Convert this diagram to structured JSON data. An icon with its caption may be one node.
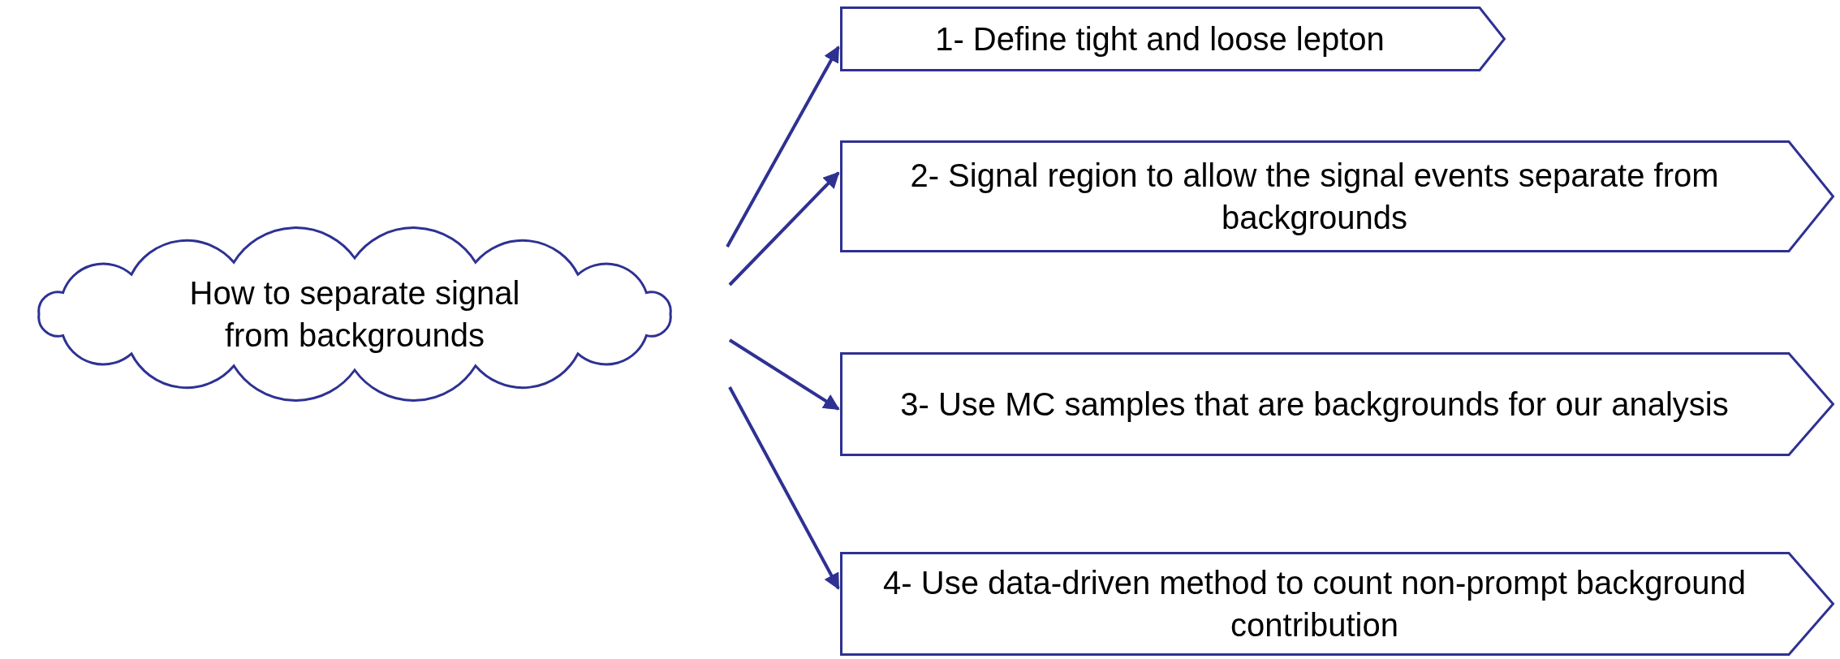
{
  "diagram": {
    "nodes": [
      {
        "text": [
          "How to separate signal from backgrounds"
        ]
      },
      {
        "text": [
          "1- Define tight and loose lepton"
        ]
      },
      {
        "text": [
          "2- Signal region to allow the signal events separate from backgrounds"
        ]
      },
      {
        "text": [
          "3- Use MC samples that are backgrounds for our analysis"
        ]
      },
      {
        "text": [
          "4- Use data-driven method to count non-prompt background contribution"
        ]
      }
    ],
    "edges": [
      {
        "from": 0,
        "to": 1,
        "arrow": "to"
      },
      {
        "from": 0,
        "to": 2,
        "arrow": "to"
      },
      {
        "from": 0,
        "to": 3,
        "arrow": "to"
      },
      {
        "from": 0,
        "to": 4,
        "arrow": "to"
      }
    ]
  }
}
